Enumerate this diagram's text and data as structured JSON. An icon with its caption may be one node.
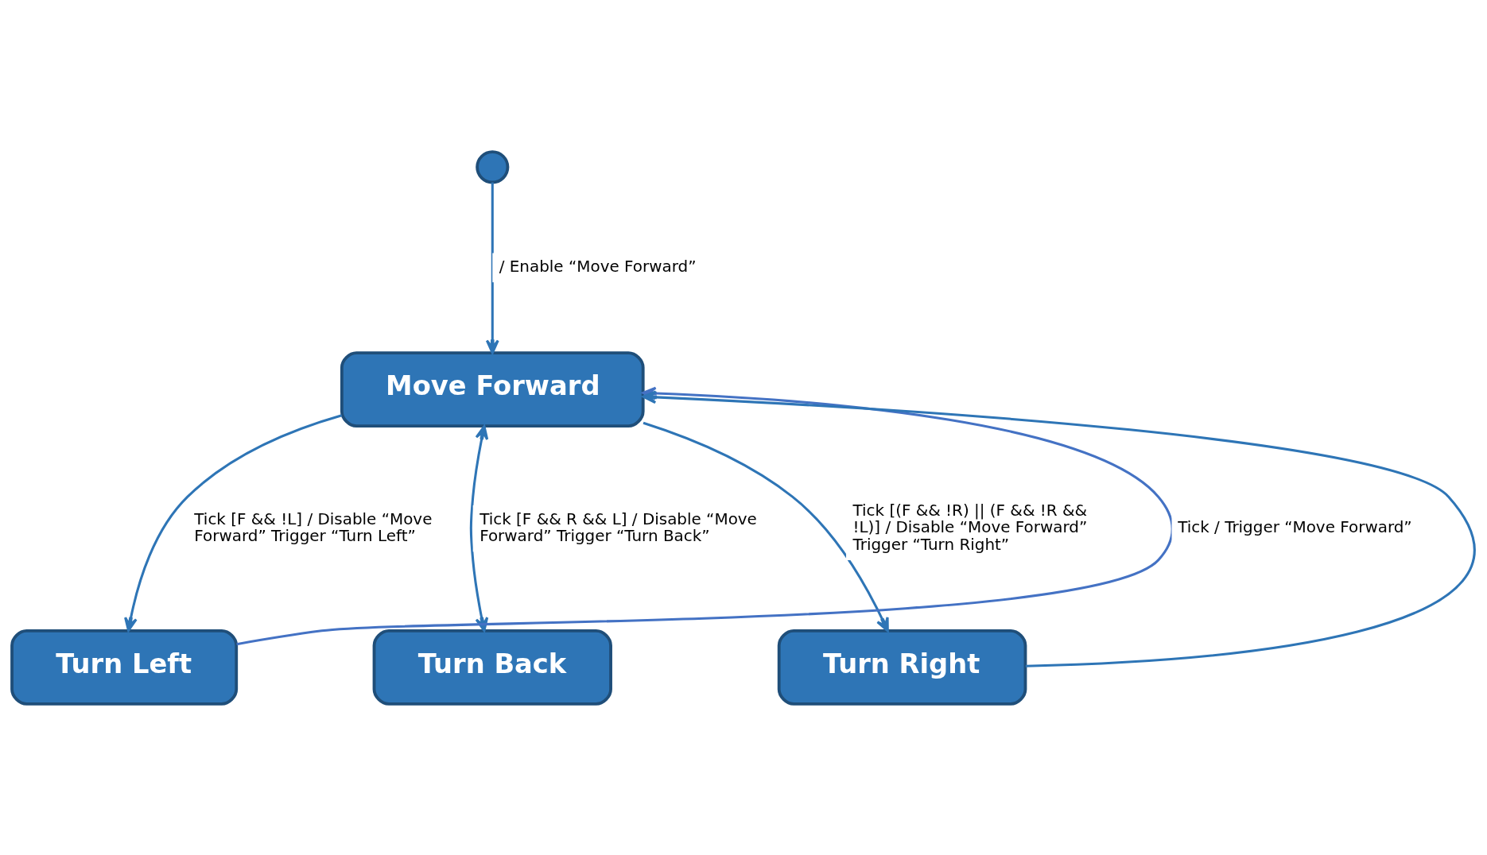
{
  "diagram": {
    "nodes": [
      {
        "text": [],
        "shape": "circle"
      },
      {
        "text": [
          "Move Forward"
        ]
      },
      {
        "text": [
          "Turn Left"
        ]
      },
      {
        "text": [
          "Turn Back"
        ]
      },
      {
        "text": [
          "Turn Right"
        ]
      }
    ],
    "edges": [
      {
        "from": 0,
        "to": 1,
        "arrow": "to",
        "label": "/ Enable “Move Forward”"
      },
      {
        "from": 1,
        "to": 2,
        "arrow": "to",
        "label": "Tick [F && !L] / Disable “Move Forward” Trigger “Turn Left”"
      },
      {
        "from": 2,
        "to": 1,
        "arrow": "to",
        "label": "Tick / Trigger “Move Forward”",
        "color": "#4472c4"
      },
      {
        "from": 1,
        "to": 4,
        "arrow": "to",
        "label": "Tick [(F && !R) || (F && !R && !L)] / Disable “Move Forward” Trigger “Turn Right”"
      },
      {
        "from": 4,
        "to": 1,
        "arrow": "to"
      },
      {
        "from": 1,
        "to": 3,
        "arrow": "both",
        "label": "Tick [F && R && L] / Disable “Move Forward” Trigger “Turn Back”"
      }
    ]
  }
}
